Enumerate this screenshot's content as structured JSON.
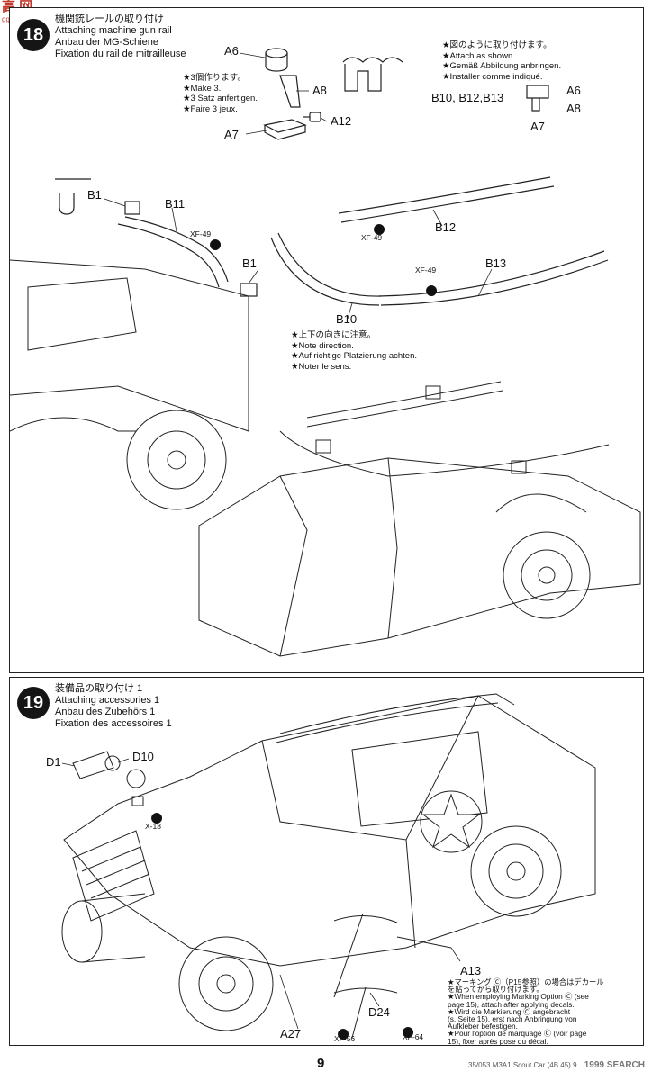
{
  "watermark": {
    "logo_text": "高 网",
    "logo_sub": "gg.ssku.com"
  },
  "step18": {
    "number": "18",
    "title_jp": "機関銃レールの取り付け",
    "title_en": "Attaching machine gun rail",
    "title_de": "Anbau der MG-Schiene",
    "title_fr": "Fixation du rail de mitrailleuse",
    "make3_note": [
      "★3個作ります。",
      "★Make 3.",
      "★3 Satz anfertigen.",
      "★Faire 3 jeux."
    ],
    "attach_note": [
      "★図のように取り付けます。",
      "★Attach as shown.",
      "★Gemäß Abbildung anbringen.",
      "★Installer comme indiqué."
    ],
    "direction_note": [
      "★上下の向きに注意。",
      "★Note direction.",
      "★Auf richtige Platzierung achten.",
      "★Noter le sens."
    ],
    "labels": {
      "a6": "A6",
      "a8": "A8",
      "a7": "A7",
      "a12": "A12",
      "b10_b12_b13": "B10, B12,B13",
      "a6b": "A6",
      "a8b": "A8",
      "a7b": "A7",
      "b1a": "B1",
      "b11": "B11",
      "b1b": "B1",
      "b12": "B12",
      "b13": "B13",
      "b10": "B10"
    },
    "paints": {
      "xf49a": "XF-49",
      "xf49b": "XF-49",
      "xf49c": "XF-49"
    }
  },
  "step19": {
    "number": "19",
    "title_jp": "装備品の取り付け 1",
    "title_en": "Attaching accessories 1",
    "title_de": "Anbau des Zubehörs 1",
    "title_fr": "Fixation des accessoires 1",
    "labels": {
      "d1": "D1",
      "d10": "D10",
      "a13": "A13",
      "d24": "D24",
      "a27": "A27"
    },
    "paints": {
      "x18": "X-18",
      "xf56": "XF-56",
      "xf64": "XF-64"
    },
    "marking_note": [
      "★マーキング Ⓒ（P15参照）の場合はデカール",
      "を貼ってから取り付けます。",
      "★When employing Marking Option Ⓒ (see",
      "page 15), attach after applying decals.",
      "★Wird die Markierung Ⓒ angebracht",
      "(s. Seite 15), erst nach Anbringung von",
      "Aufkleber befestigen.",
      "★Pour l'option de marquage Ⓒ (voir page",
      "15), fixer après pose du décal."
    ]
  },
  "page": {
    "number": "9",
    "footer": "35/053 M3A1 Scout Car (4B 45) 9",
    "brand_watermark": "1999 SEARCH"
  }
}
